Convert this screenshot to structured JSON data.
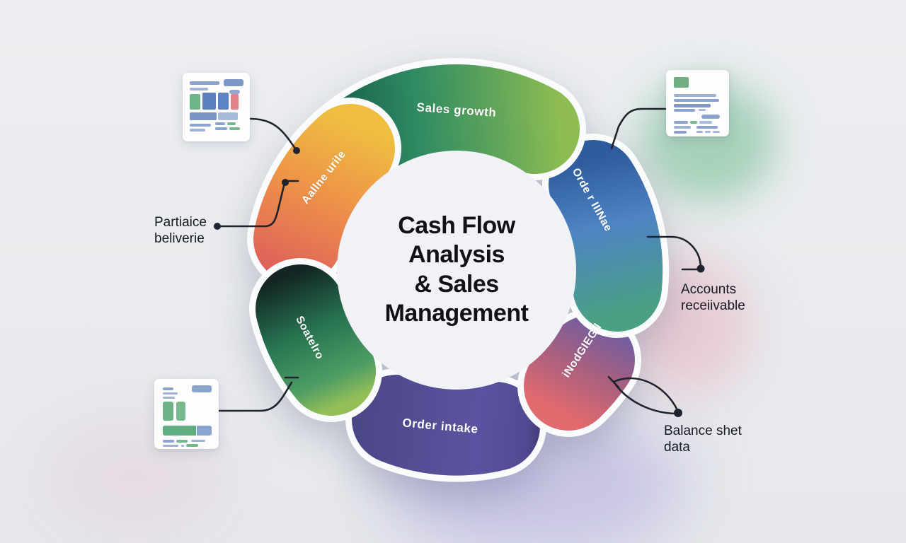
{
  "diagram": {
    "center": {
      "line1": "Cash Flow",
      "line2": "Analysis",
      "line3": "& Sales",
      "line4": "Management"
    },
    "segments": {
      "top": {
        "label": "Sales growth",
        "color_start": "#175C47",
        "color_end": "#8CBC52"
      },
      "right": {
        "label": "Orde r IIINae",
        "color_start": "#2E5C9E",
        "color_end": "#49A181"
      },
      "bottom_right": {
        "label": "iNodGIEGIl",
        "color_start": "#6D5CA4",
        "color_end": "#E26A6E"
      },
      "bottom": {
        "label": "Order intake",
        "color_start": "#4A4787",
        "color_end": "#2F2B52"
      },
      "lower_left": {
        "label": "Soatelro",
        "color_start": "#132623",
        "color_end": "#93BE58"
      },
      "upper_left": {
        "label": "Aallne urile",
        "color_start": "#EFBE41",
        "color_end": "#DE5F5B"
      }
    },
    "callouts": {
      "left": {
        "line1": "Partiaice",
        "line2": "beliverie"
      },
      "right": {
        "line1": "Accounts",
        "line2": "receiivable"
      },
      "bottom_right": {
        "line1": "Balance shet",
        "line2": "data"
      }
    },
    "connector_color": "#1F232D",
    "background_color": "#E9EBEE",
    "center_disc_color": "#F0F2F5"
  }
}
